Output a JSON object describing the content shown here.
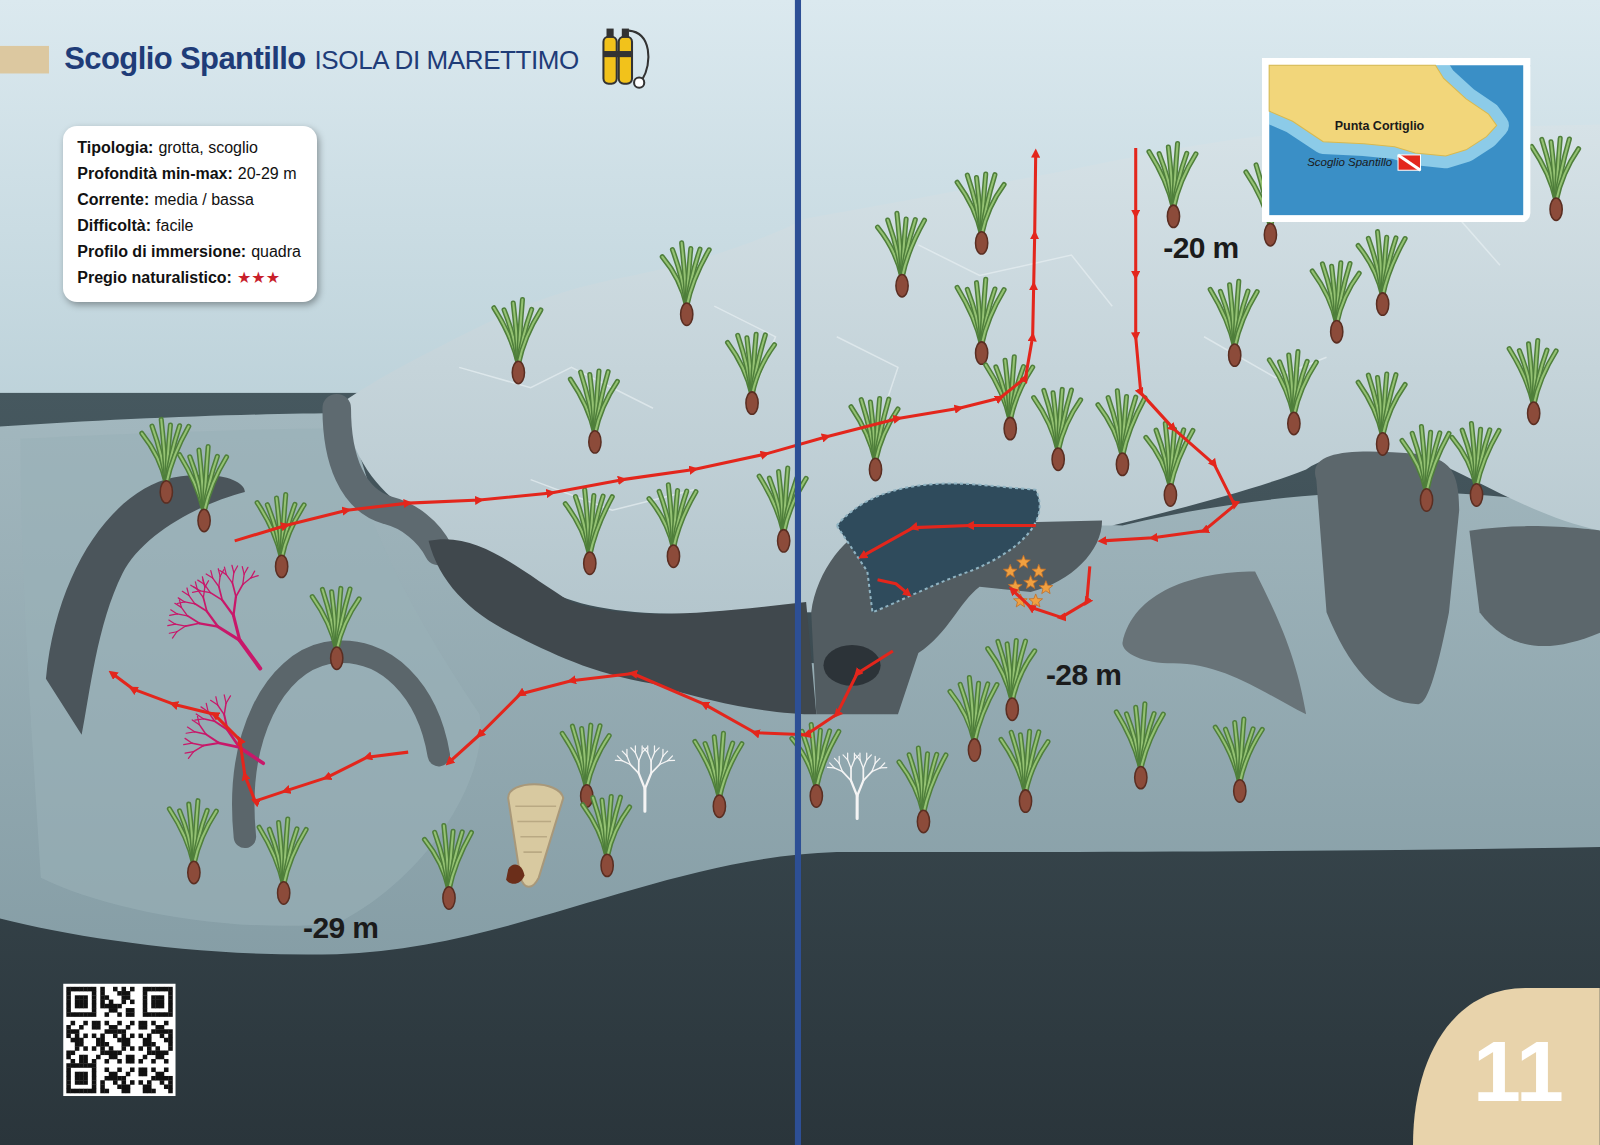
{
  "diagram": {
    "title": "Scoglio Spantillo",
    "nodes": [
      {
        "text": [
          "Tipologia:",
          "grotta, scoglio",
          "Profondità min-max:",
          "20-29 m",
          "Corrente:",
          "media / bassa",
          "Difficoltà:",
          "facile",
          "Profilo di immersione:",
          "quadra",
          "Pregio naturalistico:",
          "★★★"
        ]
      },
      {
        "text": [
          "Punta Cortiglio",
          "Scoglio Spantillo"
        ]
      },
      {
        "text": [
          "11"
        ]
      }
    ],
    "labels": [
      "ISOLA DI MARETTIMO",
      "-20 m",
      "-28 m",
      "-29 m"
    ]
  }
}
